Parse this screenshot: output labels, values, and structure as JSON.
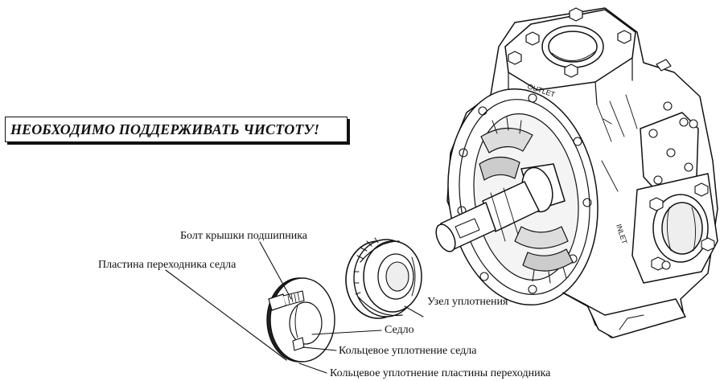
{
  "warning": {
    "text": "НЕОБХОДИМО ПОДДЕРЖИВАТЬ ЧИСТОТУ!"
  },
  "callouts": {
    "bearing_cover_bolt": "Болт крышки подшипника",
    "seat_adapter_plate": "Пластина переходника седла",
    "seal_assembly": "Узел уплотнения",
    "seat": "Седло",
    "seat_o_ring": "Кольцевое уплотнение седла",
    "adapter_plate_o_ring": "Кольцевое уплотнение пластины переходника"
  },
  "pump_markings": {
    "outlet": "OUTLET",
    "inlet": "INLET"
  }
}
